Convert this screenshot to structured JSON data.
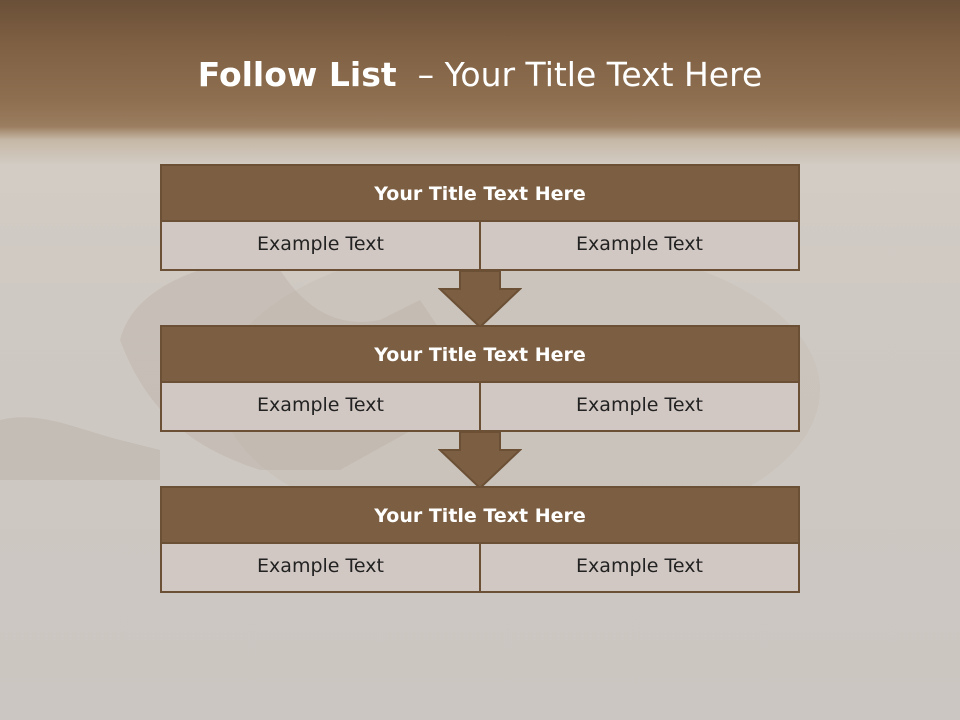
{
  "slide": {
    "title_bold": "Follow List",
    "title_rest": "– Your Title Text Here"
  },
  "blocks": [
    {
      "title": "Your Title Text Here",
      "left": "Example Text",
      "right": "Example Text"
    },
    {
      "title": "Your Title Text Here",
      "left": "Example Text",
      "right": "Example Text"
    },
    {
      "title": "Your Title Text Here",
      "left": "Example Text",
      "right": "Example Text"
    }
  ],
  "colors": {
    "header_brown": "#7c5f42",
    "cell_fill": "#d2c8c3",
    "border_brown": "#6b5036",
    "title_white": "#ffffff"
  }
}
